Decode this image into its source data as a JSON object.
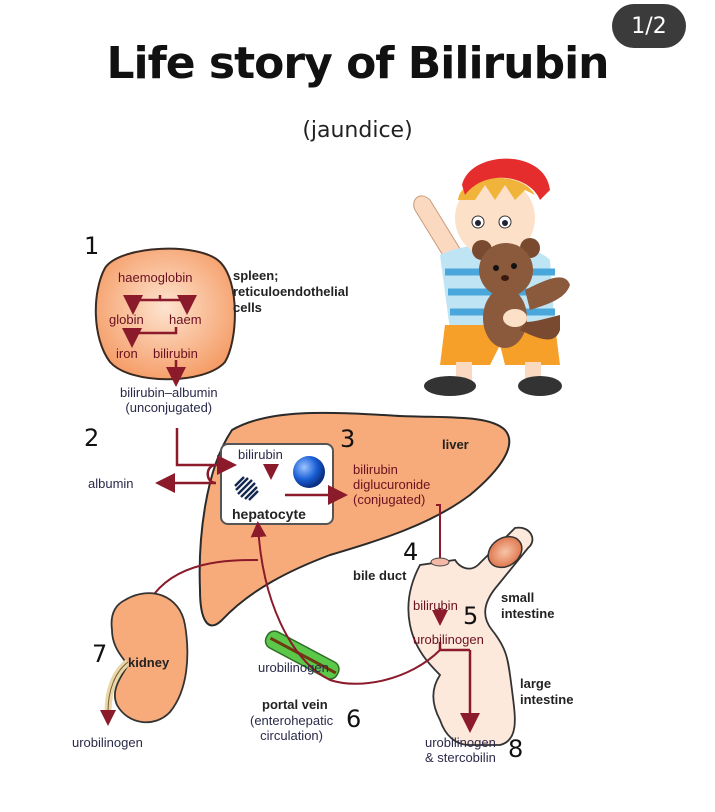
{
  "header": {
    "title": "Life story of Bilirubin",
    "subtitle": "(jaundice)",
    "page_indicator": "1/2"
  },
  "colors": {
    "organ_fill": "#f7ab7a",
    "arrow": "#8b1a2b",
    "portal_vein": "#5cc84a",
    "hepatocyte_nucleus": "#1a5fd6"
  },
  "steps": {
    "s1": {
      "number": "1",
      "organ_label": [
        "spleen;",
        "reticuloendothelial",
        "cells"
      ],
      "haemoglobin": "haemoglobin",
      "globin": "globin",
      "haem": "haem",
      "iron": "iron",
      "bilirubin": "bilirubin",
      "output": [
        "bilirubin–albumin",
        "(unconjugated)"
      ]
    },
    "s2": {
      "number": "2",
      "albumin": "albumin",
      "bilirubin": "bilirubin",
      "hepatocyte": "hepatocyte"
    },
    "s3": {
      "number": "3",
      "organ_label": "liver",
      "product": [
        "bilirubin",
        "diglucuronide",
        "(conjugated)"
      ]
    },
    "s4": {
      "number": "4",
      "label": "bile duct"
    },
    "s5": {
      "number": "5",
      "bilirubin": "bilirubin",
      "urobilinogen": "urobilinogen",
      "small_intestine": [
        "small",
        "intestine"
      ],
      "large_intestine": [
        "large",
        "intestine"
      ]
    },
    "s6": {
      "number": "6",
      "urobilinogen": "urobilinogen",
      "label": "portal vein",
      "sublabel": [
        "(enterohepatic",
        "circulation)"
      ]
    },
    "s7": {
      "number": "7",
      "organ_label": "kidney",
      "output": "urobilinogen"
    },
    "s8": {
      "number": "8",
      "output": [
        "urobilinogen",
        "& stercobilin"
      ]
    }
  },
  "illustration": {
    "subject": "boy with red cap holding teddy bear, waving"
  }
}
